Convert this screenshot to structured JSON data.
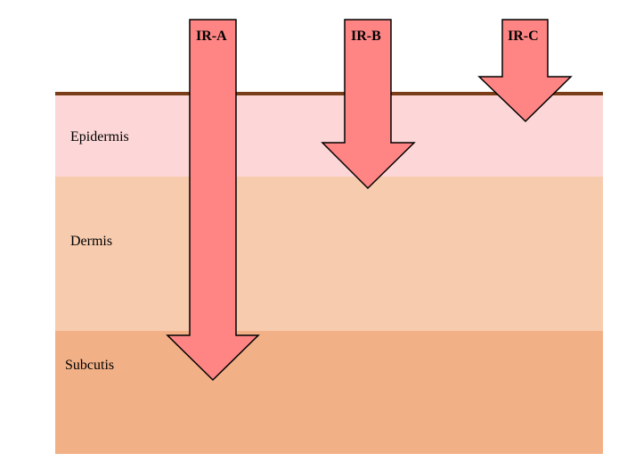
{
  "colors": {
    "epidermis": "#fdd7d7",
    "dermis": "#f7cbae",
    "subcutis": "#f2b086",
    "surface_line": "#7a3d17",
    "arrow_fill": "#ff8585",
    "arrow_stroke": "#000000"
  },
  "layers": {
    "epidermis": "Epidermis",
    "dermis": "Dermis",
    "subcutis": "Subcutis"
  },
  "arrows": {
    "ir_a": "IR-A",
    "ir_b": "IR-B",
    "ir_c": "IR-C"
  }
}
